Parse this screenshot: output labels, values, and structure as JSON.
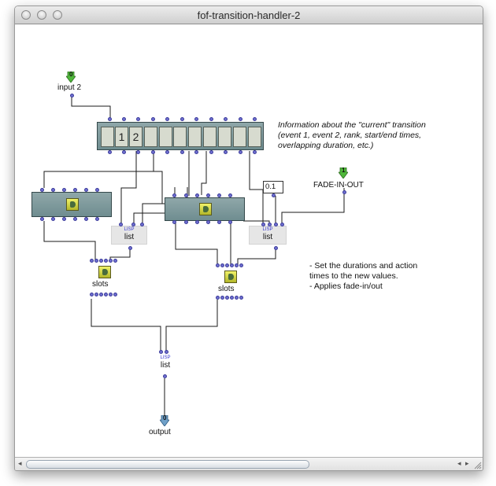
{
  "window": {
    "title": "fof-transition-handler-2"
  },
  "patch": {
    "input": {
      "index": "0",
      "label": "input 2"
    },
    "fade_input": {
      "index": "1",
      "label": "FADE-IN-OUT"
    },
    "output": {
      "index": "0",
      "label": "output"
    },
    "number_box": {
      "value": "0.1"
    },
    "lisp_boxes": [
      {
        "tag": "LISP",
        "name": "list"
      },
      {
        "tag": "LISP",
        "name": "list"
      },
      {
        "tag": "LISP",
        "name": "list"
      }
    ],
    "slots_boxes": [
      {
        "name": "slots"
      },
      {
        "name": "slots"
      }
    ],
    "info_segments": [
      "",
      "1",
      "2",
      "",
      "",
      "",
      "",
      "",
      "",
      "",
      ""
    ],
    "comments": {
      "info": "Information about the \"current\" transition\n(event 1, event 2, rank, start/end times,\noverlapping duration, etc.)",
      "durations": "- Set the durations and action\ntimes to the new values.\n- Applies fade-in/out"
    }
  },
  "colors": {
    "box_fill": "#7d9a9d",
    "inlet": "#6f6fd0",
    "input_arrow": "#4fb83a",
    "output_arrow": "#6fa0c8"
  },
  "icons": {
    "close": "traffic-light-close",
    "minimize": "traffic-light-minimize",
    "zoom": "traffic-light-zoom"
  }
}
